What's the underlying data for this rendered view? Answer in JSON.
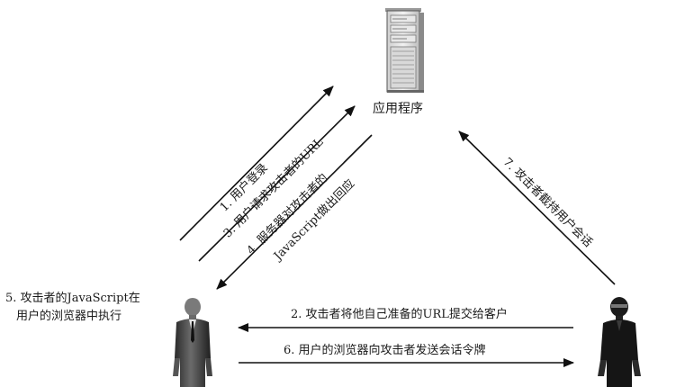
{
  "diagram": {
    "nodes": {
      "server": {
        "label": "应用程序",
        "icon": "server-icon"
      },
      "victim": {
        "label_lines": [
          "5. 攻击者的JavaScript在",
          "用户的浏览器中执行"
        ],
        "icon": "user-icon"
      },
      "attacker": {
        "icon": "attacker-icon"
      }
    },
    "steps": [
      {
        "id": "step1",
        "label": "1. 用户登录"
      },
      {
        "id": "step2",
        "label": "2. 攻击者将他自己准备的URL提交给客户"
      },
      {
        "id": "step3",
        "label": "3. 用户请求攻击者的URL"
      },
      {
        "id": "step4",
        "label_lines": [
          "4. 服务器对攻击者的",
          "JavaScript做出回应"
        ]
      },
      {
        "id": "step6",
        "label": "6. 用户的浏览器向攻击者发送会话令牌"
      },
      {
        "id": "step7",
        "label": "7. 攻击者截持用户会话"
      }
    ]
  }
}
